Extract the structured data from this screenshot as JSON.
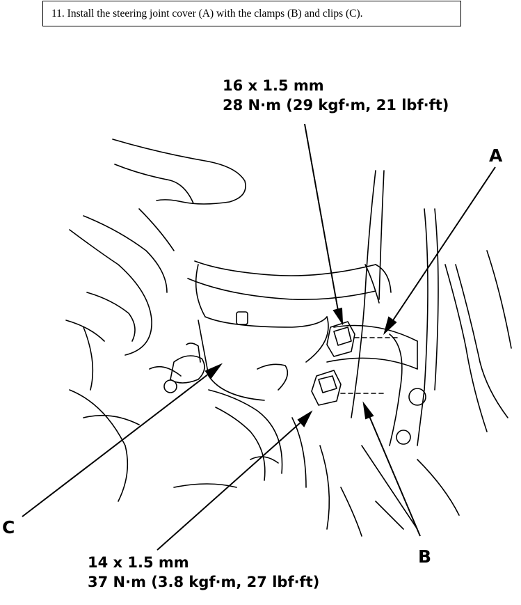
{
  "instruction": {
    "text": "11. Install the steering joint cover (A) with the clamps (B) and clips (C)."
  },
  "callouts": {
    "upper_bolt": {
      "size": "16 x 1.5 mm",
      "torque": "28 N·m (29 kgf·m, 21 lbf·ft)"
    },
    "lower_bolt": {
      "size": "14 x 1.5 mm",
      "torque": "37 N·m (3.8 kgf·m, 27 lbf·ft)"
    },
    "label_a": "A",
    "label_b": "B",
    "label_c": "C"
  },
  "colors": {
    "line": "#000000",
    "background": "#ffffff"
  }
}
